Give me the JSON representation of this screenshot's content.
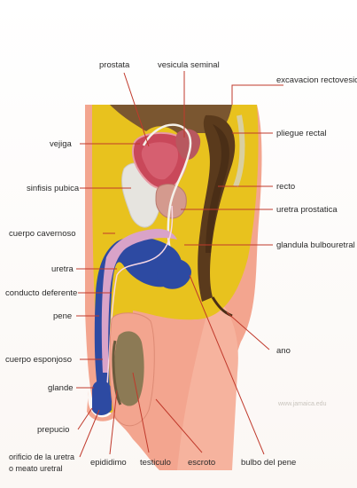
{
  "labels": {
    "prostata": "prostata",
    "vesicula_seminal": "vesicula seminal",
    "excavacion_rectovesical": "excavacion rectovesical",
    "vejiga": "vejiga",
    "pliegue_rectal": "pliegue rectal",
    "sinfisis_pubica": "sinfisis pubica",
    "recto": "recto",
    "uretra_prostatica": "uretra prostatica",
    "cuerpo_cavernoso": "cuerpo cavernoso",
    "glandula_bulbouretral": "glandula bulbouretral",
    "uretra": "uretra",
    "conducto_deferente": "conducto deferente",
    "pene": "pene",
    "ano": "ano",
    "cuerpo_esponjoso": "cuerpo esponjoso",
    "glande": "glande",
    "prepucio": "prepucio",
    "orificio_line1": "orificio de la uretra",
    "orificio_line2": "o meato uretral",
    "epididimo": "epididimo",
    "testiculo": "testiculo",
    "escroto": "escroto",
    "bulbo_del_pene": "bulbo del pene"
  },
  "watermark": "www.jamaica.edu",
  "colors": {
    "skin": "#f3a58f",
    "yellow_tissue": "#e8c21e",
    "spongy_blue": "#2d4aa2",
    "bladder": "#c9485a",
    "rectum_brown": "#5a3a1c",
    "bone": "#e6e4df",
    "leader_line": "#c0392b"
  }
}
